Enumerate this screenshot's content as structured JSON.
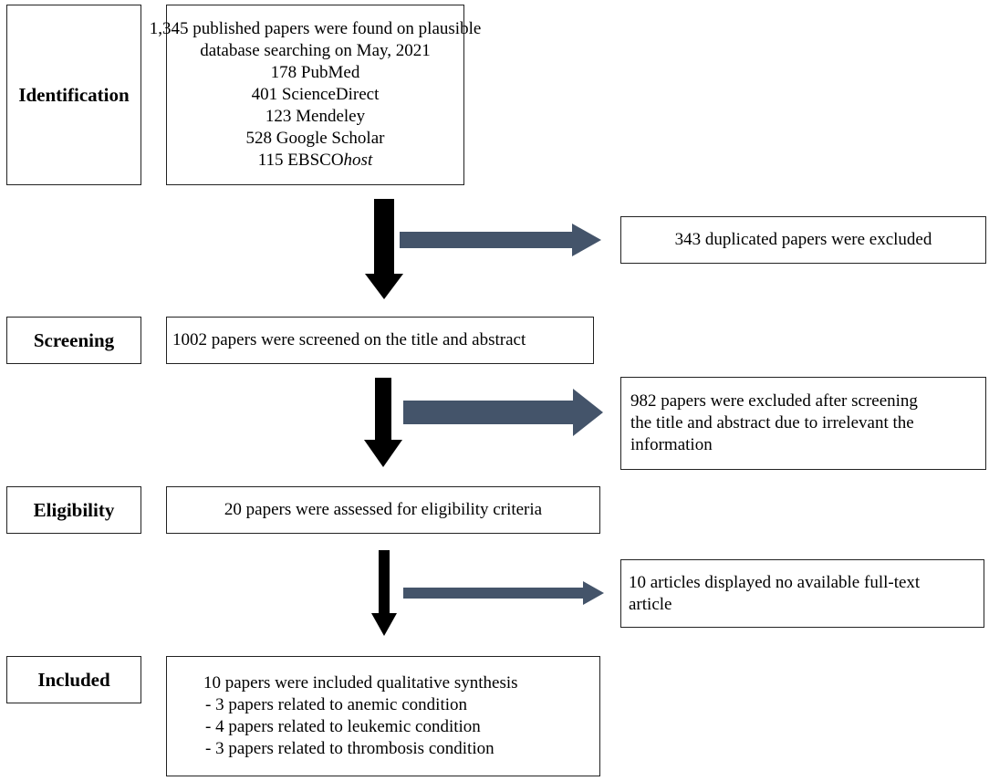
{
  "colors": {
    "down_arrow": "#000000",
    "side_arrow": "#44546a",
    "border": "#222222"
  },
  "stages": {
    "identification": "Identification",
    "screening": "Screening",
    "eligibility": "Eligibility",
    "included": "Included"
  },
  "identification_box": {
    "lines": [
      "1,345 published papers were found on plausible",
      "database searching on May, 2021",
      "178 PubMed",
      "401 ScienceDirect",
      "123 Mendeley",
      "528 Google Scholar"
    ],
    "ebsco_prefix": "115 EBSCO",
    "ebsco_italic": "host"
  },
  "excluded_duplicates": "343 duplicated papers were excluded",
  "screening_box": "1002 papers were screened on the title and abstract",
  "excluded_screening": [
    "982 papers were excluded after screening",
    "the title and abstract due to irrelevant the",
    "information"
  ],
  "eligibility_box": "20 papers were assessed for eligibility criteria",
  "excluded_fulltext": [
    "10 articles displayed no available  full-text",
    "article"
  ],
  "included_box": {
    "heading": "10 papers were included qualitative  synthesis",
    "items": [
      "- 3 papers related to anemic condition",
      "- 4 papers related to leukemic condition",
      "- 3 papers related to thrombosis condition"
    ]
  }
}
